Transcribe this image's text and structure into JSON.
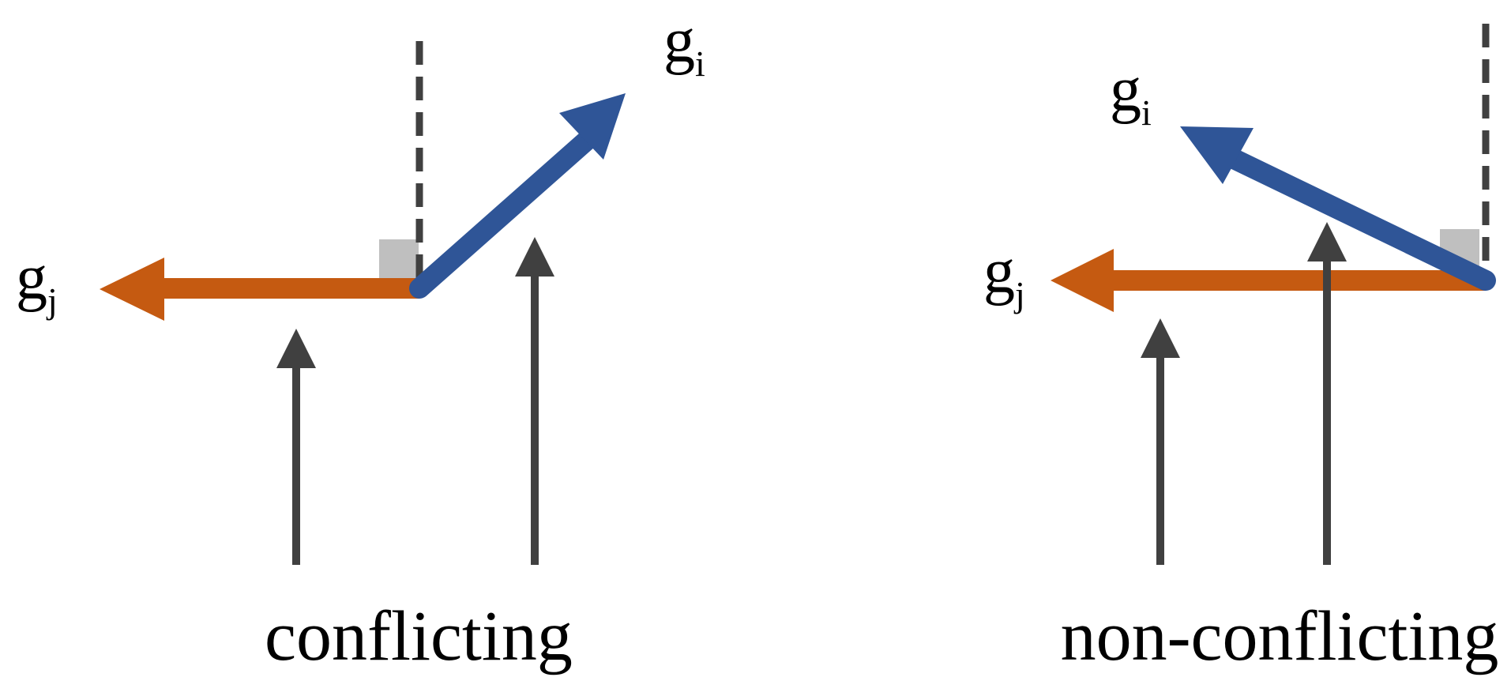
{
  "colors": {
    "gi": "#2F5597",
    "gj": "#C55A11",
    "arrow": "#404040",
    "dashed": "#404040",
    "right_angle": "#BFBFBF"
  },
  "panels": [
    {
      "caption": "conflicting",
      "gi": {
        "base": "g",
        "sub": "i"
      },
      "gj": {
        "base": "g",
        "sub": "j"
      }
    },
    {
      "caption": "non-conflicting",
      "gi": {
        "base": "g",
        "sub": "i"
      },
      "gj": {
        "base": "g",
        "sub": "j"
      }
    }
  ]
}
